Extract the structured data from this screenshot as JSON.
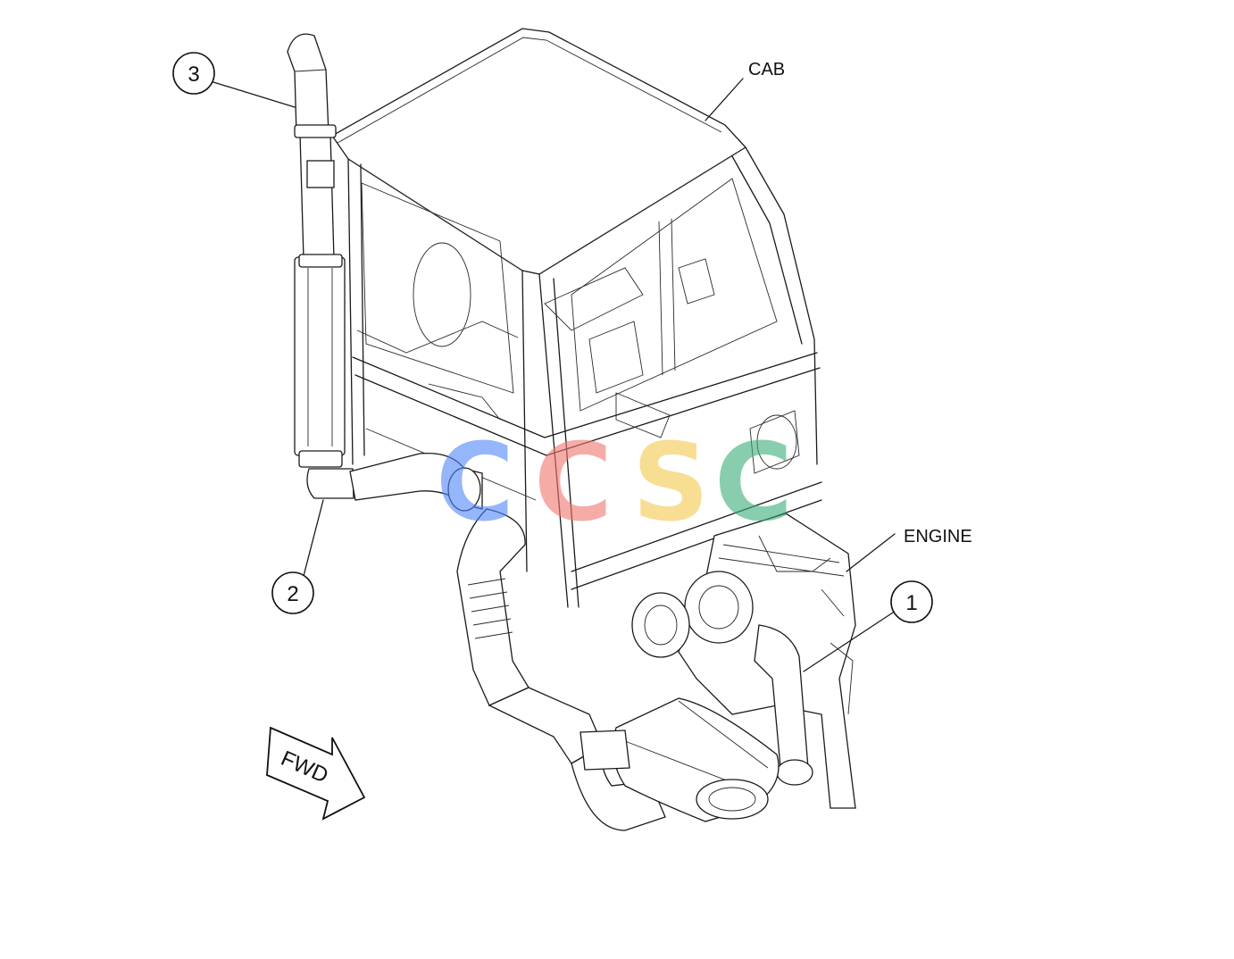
{
  "labels": {
    "cab": "CAB",
    "engine": "ENGINE",
    "fwd": "FWD"
  },
  "callouts": [
    "1",
    "2",
    "3"
  ],
  "watermark": {
    "text": "CCSC",
    "colors": [
      "#4f86f7",
      "#f0766e",
      "#f2c94c",
      "#3aae7a"
    ]
  }
}
